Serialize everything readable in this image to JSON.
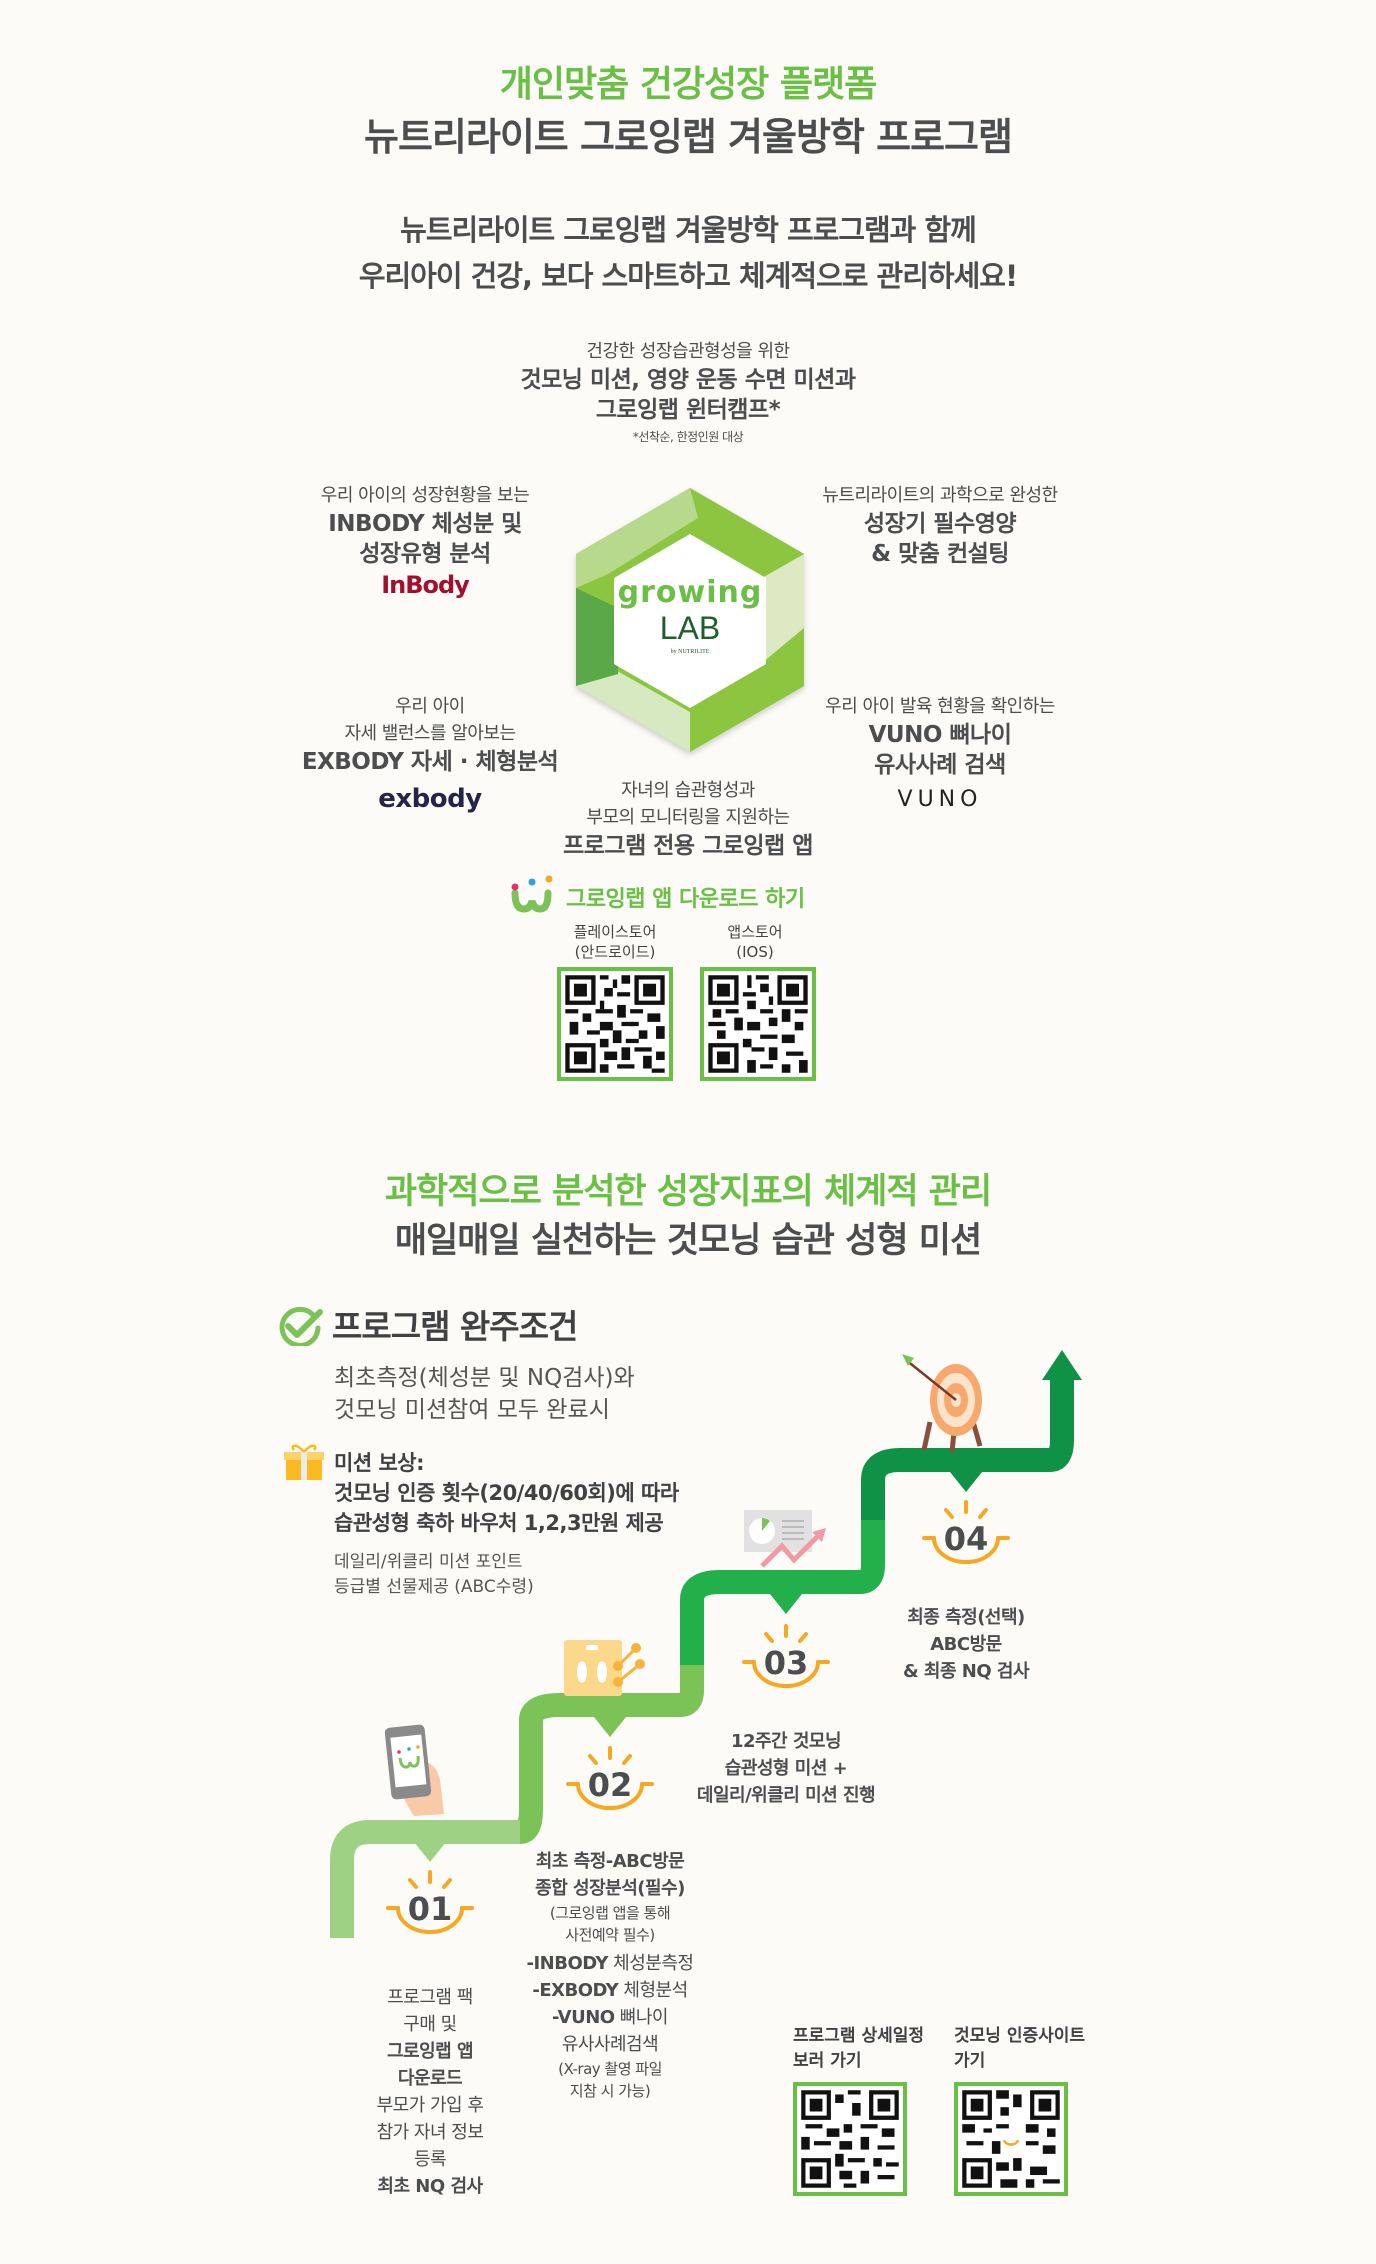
{
  "header": {
    "subtitle": "개인맞춤 건강성장 플랫폼",
    "title": "뉴트리라이트 그로잉랩 겨울방학 프로그램"
  },
  "intro": {
    "line1": "뉴트리라이트 그로잉랩 겨울방학 프로그램과 함께",
    "line2": "우리아이 건강, 보다 스마트하고 체계적으로 관리하세요!"
  },
  "features": {
    "top": {
      "lead": "건강한 성장습관형성을 위한",
      "title1": "것모닝 미션, 영양 운동 수면 미션과",
      "title2": "그로잉랩 윈터캠프*",
      "note": "*선착순, 한정인원 대상"
    },
    "inbody": {
      "lead": "우리 아이의 성장현황을 보는",
      "title1": "INBODY 체성분 및",
      "title2": "성장유형 분석",
      "brand": "InBody"
    },
    "nutrition": {
      "lead": "뉴트리라이트의 과학으로 완성한",
      "title1": "성장기 필수영양",
      "title2": "& 맞춤 컨설팅"
    },
    "exbody": {
      "lead1": "우리 아이",
      "lead2": "자세 밸런스를 알아보는",
      "title": "EXBODY 자세 · 체형분석",
      "brand": "exbody"
    },
    "vuno": {
      "lead": "우리 아이 발육 현황을 확인하는",
      "title1": "VUNO 뼈나이",
      "title2": "유사사례 검색",
      "brand": "VUNO"
    },
    "app": {
      "lead1": "자녀의 습관형성과",
      "lead2": "부모의 모니터링을 지원하는",
      "title": "프로그램 전용 그로잉랩 앱"
    }
  },
  "logo": {
    "word1": "growing",
    "word2": "LAB",
    "byline": "by NUTRILITE"
  },
  "download": {
    "label": "그로잉랩 앱 다운로드 하기",
    "android_label1": "플레이스토어",
    "android_label2": "(안드로이드)",
    "ios_label1": "앱스토어",
    "ios_label2": "(IOS)"
  },
  "section2": {
    "title1": "과학적으로 분석한 성장지표의 체계적 관리",
    "title2": "매일매일 실천하는 것모닝 습관 성형 미션"
  },
  "completion": {
    "heading": "프로그램 완주조건",
    "cond1": "최초측정(체성분 및 NQ검사)와",
    "cond2": "것모닝 미션참여 모두 완료시",
    "reward_title": "미션 보상:",
    "reward1": "것모닝 인증 횟수(20/40/60회)에 따라",
    "reward2": "습관성형 축하 바우처 1,2,3만원 제공",
    "extra1": "데일리/위클리 미션 포인트",
    "extra2": "등급별 선물제공 (ABC수령)"
  },
  "steps": [
    {
      "num": "01",
      "lines": [
        "프로그램 팩",
        "구매 및"
      ],
      "bold": [
        "그로잉랩 앱",
        "다운로드"
      ],
      "lines2": [
        "부모가 가입 후",
        "참가 자녀 정보",
        "등록"
      ],
      "bold2": "최초 NQ 검사"
    },
    {
      "num": "02",
      "bold": [
        "최초 측정-ABC방문",
        "종합 성장분석(필수)"
      ],
      "note": [
        "(그로잉랩 앱을 통해",
        "사전예약 필수)"
      ],
      "items": [
        {
          "b": "-INBODY",
          "t": " 체성분측정"
        },
        {
          "b": "-EXBODY",
          "t": " 체형분석"
        },
        {
          "b": "-VUNO",
          "t": " 뼈나이"
        }
      ],
      "tail": "유사사례검색",
      "tailnote": [
        "(X-ray 촬영 파일",
        "지참 시 가능)"
      ]
    },
    {
      "num": "03",
      "bold": [
        "12주간 것모닝",
        "습관성형 미션 +",
        "데일리/위클리 미션 진행"
      ]
    },
    {
      "num": "04",
      "bold": [
        "최종 측정(선택)",
        "ABC방문",
        "& 최종 NQ 검사"
      ]
    }
  ],
  "links": {
    "schedule1": "프로그램 상세일정",
    "schedule2": "보러 가기",
    "cert1": "것모닝 인증사이트",
    "cert2": "가기"
  },
  "colors": {
    "accent_green": "#6abf45",
    "dark_text": "#4b4d4f",
    "stair_light": "#9fd184",
    "stair_mid": "#7bc257",
    "stair_green": "#22b04b",
    "stair_dark": "#0f9146",
    "sun_orange": "#f7a823",
    "inbody_red": "#a3102e",
    "exbody_navy": "#25244a",
    "background": "#fcfbf7"
  }
}
